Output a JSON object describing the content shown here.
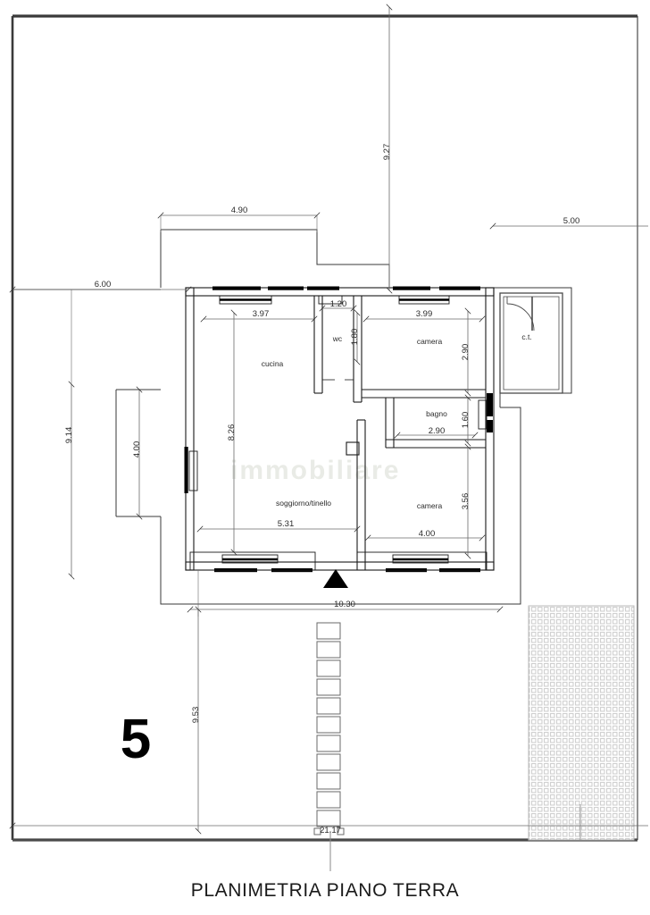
{
  "drawing": {
    "title": "PLANIMETRIA PIANO TERRA",
    "plot_number": "5",
    "watermark": "immobiliare",
    "line_color": "#1a1a1a",
    "wall_fill": "#000000",
    "dim_color": "#2a2a2a",
    "hatch_color": "#c9c9c9",
    "background": "#ffffff"
  },
  "rooms": [
    {
      "id": "cucina",
      "label": "cucina"
    },
    {
      "id": "wc",
      "label": "wc"
    },
    {
      "id": "camera1",
      "label": "camera"
    },
    {
      "id": "ct",
      "label": "c.t."
    },
    {
      "id": "bagno",
      "label": "bagno"
    },
    {
      "id": "soggiorno",
      "label": "soggiorno/tinello"
    },
    {
      "id": "camera2",
      "label": "camera"
    }
  ],
  "dimensions": {
    "plot_top_vertical": "9.27",
    "plot_right_top": "5.00",
    "plot_left_upper": "6.00",
    "plot_left_vertical": "9.14",
    "portico_vertical": "4.00",
    "building_top": "4.90",
    "cucina_width": "3.97",
    "wc_width": "1.20",
    "wc_height": "1.80",
    "camera1_width": "3.99",
    "camera1_height": "2.90",
    "bagno_width": "2.90",
    "bagno_height": "1.60",
    "cucina_height": "8.26",
    "soggiorno_width": "5.31",
    "camera2_width": "4.00",
    "camera2_height": "3.56",
    "building_bottom": "10.30",
    "plot_bottom_left_vertical": "9.53",
    "plot_bottom_total": "21.17"
  }
}
